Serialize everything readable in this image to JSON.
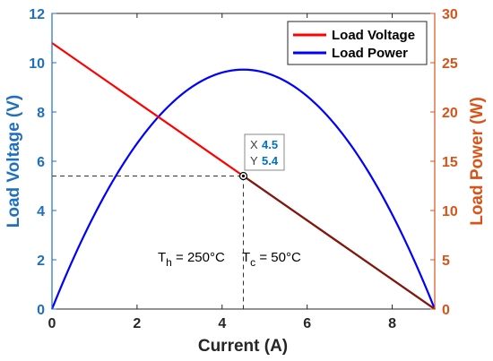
{
  "chart_data": {
    "type": "line",
    "xlabel": "Current (A)",
    "ylabel_left": "Load Voltage (V)",
    "ylabel_right": "Load Power (W)",
    "xlim": [
      0,
      9
    ],
    "ylim_left": [
      0,
      12
    ],
    "ylim_right": [
      0,
      30
    ],
    "xticks": [
      "0",
      "2",
      "4",
      "6",
      "8"
    ],
    "yticks_left": [
      "0",
      "2",
      "4",
      "6",
      "8",
      "10",
      "12"
    ],
    "yticks_right": [
      "0",
      "5",
      "10",
      "15",
      "20",
      "25",
      "30"
    ],
    "grid": false,
    "legend_position": "top-right",
    "series": [
      {
        "name": "Load Voltage",
        "axis": "left",
        "color": "#ff0000",
        "x": [
          0,
          4.5,
          9
        ],
        "y": [
          10.8,
          5.4,
          0
        ]
      },
      {
        "name": "Load Power",
        "axis": "right",
        "color": "#0000ff",
        "x": [
          0,
          1,
          2,
          3,
          4,
          4.5,
          5,
          6,
          7,
          8,
          9
        ],
        "y": [
          0,
          9.6,
          16.8,
          21.6,
          24.0,
          24.3,
          24.0,
          21.6,
          16.8,
          9.6,
          0
        ]
      }
    ],
    "datatip": {
      "x_label": "X",
      "x_value": "4.5",
      "y_label": "Y",
      "y_value": "5.4",
      "x": 4.5,
      "y": 5.4
    },
    "annotation_parts": {
      "th_main": "T",
      "th_sub": "h",
      "th_rest": " = 250°C",
      "tc_main": "T",
      "tc_sub": "c",
      "tc_rest": " = 50°C"
    },
    "colors": {
      "left_axis": "#1f6fbf",
      "right_axis": "#d95319",
      "overlap_segment": "#7a1a10"
    }
  }
}
